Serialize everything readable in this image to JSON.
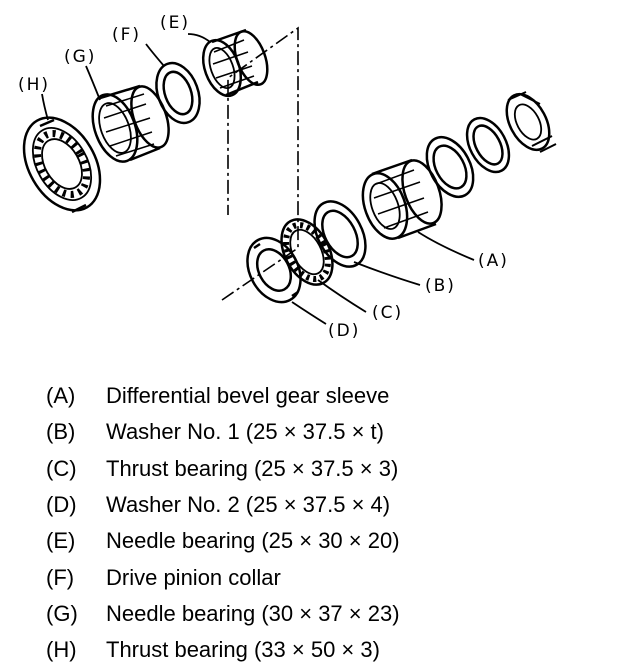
{
  "diagram": {
    "callouts": {
      "A": "(A)",
      "B": "(B)",
      "C": "(C)",
      "D": "(D)",
      "E": "(E)",
      "F": "(F)",
      "G": "(G)",
      "H": "(H)"
    }
  },
  "legend": [
    {
      "key": "(A)",
      "text": "Differential bevel gear sleeve"
    },
    {
      "key": "(B)",
      "text": "Washer No. 1 (25 × 37.5 × t)"
    },
    {
      "key": "(C)",
      "text": "Thrust bearing (25 × 37.5 × 3)"
    },
    {
      "key": "(D)",
      "text": "Washer No. 2 (25 × 37.5 × 4)"
    },
    {
      "key": "(E)",
      "text": "Needle bearing (25 × 30 × 20)"
    },
    {
      "key": "(F)",
      "text": "Drive pinion collar"
    },
    {
      "key": "(G)",
      "text": "Needle bearing (30 × 37 × 23)"
    },
    {
      "key": "(H)",
      "text": "Thrust bearing (33 × 50 × 3)"
    }
  ]
}
